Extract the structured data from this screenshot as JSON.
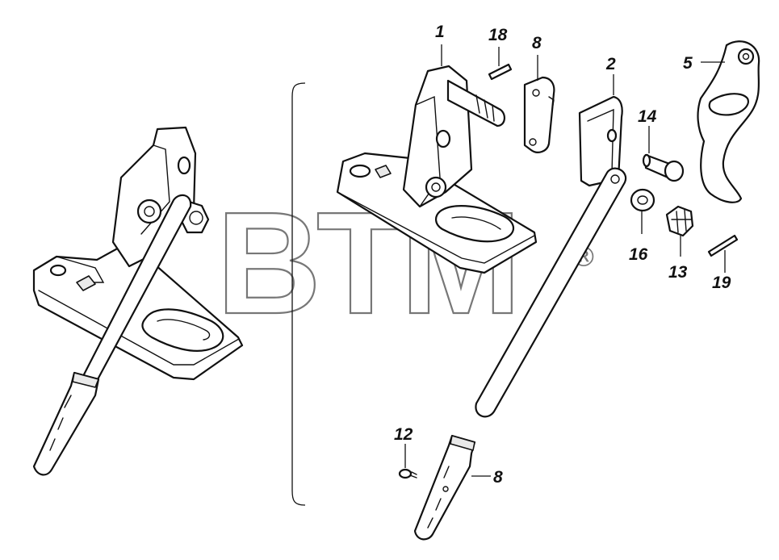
{
  "watermark": {
    "text": "BTM",
    "registered_mark": "®"
  },
  "callouts": {
    "c1": "1",
    "c2": "2",
    "c5": "5",
    "c8_top": "8",
    "c8_bottom": "8",
    "c12": "12",
    "c13": "13",
    "c14": "14",
    "c16": "16",
    "c18": "18",
    "c19": "19"
  },
  "colors": {
    "line": "#111111",
    "watermark": "#777777",
    "background": "#ffffff"
  }
}
